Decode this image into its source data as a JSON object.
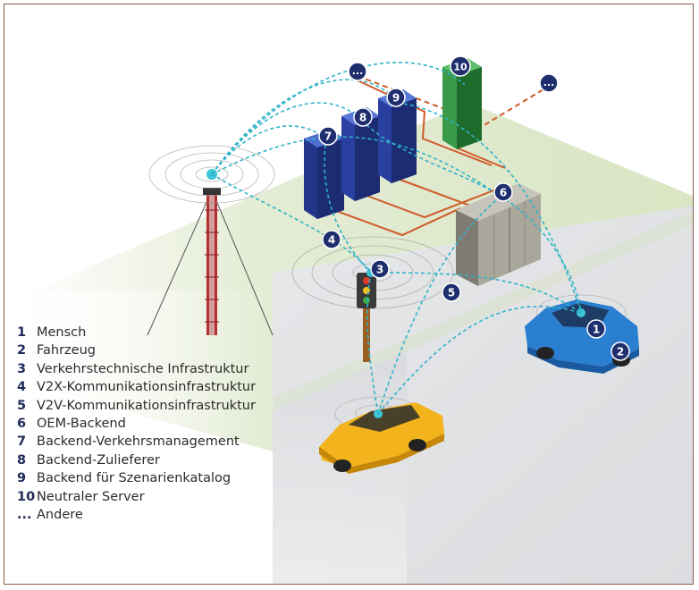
{
  "markers": {
    "m1": "1",
    "m2": "2",
    "m3": "3",
    "m4": "4",
    "m5": "5",
    "m6": "6",
    "m7": "7",
    "m8": "8",
    "m9": "9",
    "m10": "10",
    "m_other_left": "...",
    "m_other_right": "..."
  },
  "legend": [
    {
      "num": "1",
      "label": "Mensch"
    },
    {
      "num": "2",
      "label": "Fahrzeug"
    },
    {
      "num": "3",
      "label": "Verkehrstechnische Infrastruktur"
    },
    {
      "num": "4",
      "label": "V2X-Kommunikationsinfrastruktur"
    },
    {
      "num": "5",
      "label": "V2V-Kommunikationsinfrastruktur"
    },
    {
      "num": "6",
      "label": "OEM-Backend"
    },
    {
      "num": "7",
      "label": "Backend-Verkehrsmanagement"
    },
    {
      "num": "8",
      "label": "Backend-Zulieferer"
    },
    {
      "num": "9",
      "label": "Backend für Szenarienkatalog"
    },
    {
      "num": "10",
      "label": "Neutraler Server"
    },
    {
      "num": "...",
      "label": "Andere"
    }
  ],
  "colors": {
    "ground": "#e3ebd2",
    "road": "#e2e3e5",
    "marker": "#1f2f6e",
    "link": "#2fb3c8",
    "wire": "#d05a2a",
    "server_blue": "#3049a8",
    "server_green": "#2e8a3e",
    "car_yellow": "#f2b31c",
    "car_blue": "#2b7fd0"
  }
}
